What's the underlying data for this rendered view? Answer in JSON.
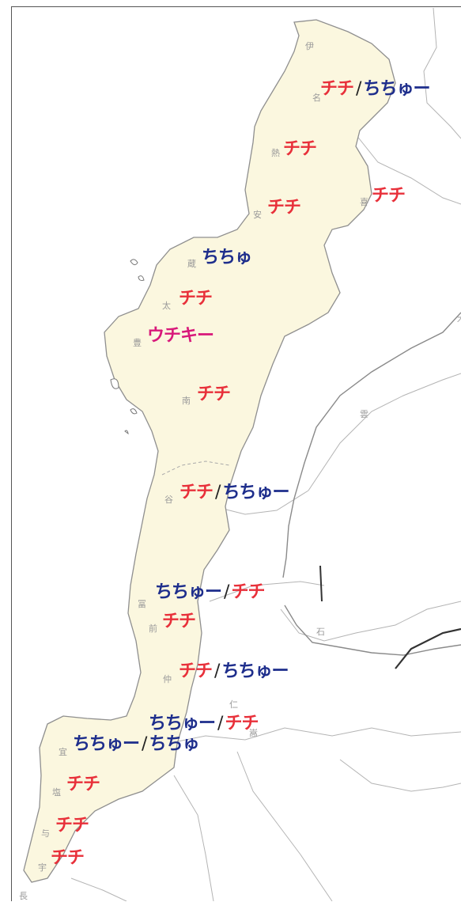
{
  "colors": {
    "red": "#e8303a",
    "blue": "#1e2e8c",
    "magenta": "#d8187a",
    "separator": "#222222",
    "land": "#fbf7df",
    "border": "#8f8f8f"
  },
  "towns": [
    "伊",
    "名",
    "熱",
    "喜",
    "安",
    "蔵",
    "太",
    "豊",
    "南",
    "谷",
    "冨",
    "前",
    "仲",
    "仁",
    "嵩",
    "宜",
    "塩",
    "与",
    "宇",
    "長",
    "石",
    "雲",
    "木"
  ],
  "labels": [
    {
      "words": [
        {
          "text": "チチ",
          "color": "red"
        },
        {
          "text": "ちちゅー",
          "color": "blue"
        }
      ],
      "sep": "/"
    },
    {
      "words": [
        {
          "text": "チチ",
          "color": "red"
        }
      ]
    },
    {
      "words": [
        {
          "text": "チチ",
          "color": "red"
        }
      ]
    },
    {
      "words": [
        {
          "text": "チチ",
          "color": "red"
        }
      ]
    },
    {
      "words": [
        {
          "text": "ちちゅ",
          "color": "blue"
        }
      ]
    },
    {
      "words": [
        {
          "text": "チチ",
          "color": "red"
        }
      ]
    },
    {
      "words": [
        {
          "text": "ウチキー",
          "color": "magenta"
        }
      ]
    },
    {
      "words": [
        {
          "text": "チチ",
          "color": "red"
        }
      ]
    },
    {
      "words": [
        {
          "text": "チチ",
          "color": "red"
        },
        {
          "text": "ちちゅー",
          "color": "blue"
        }
      ],
      "sep": "/"
    },
    {
      "words": [
        {
          "text": "ちちゅー",
          "color": "blue"
        },
        {
          "text": "チチ",
          "color": "red"
        }
      ],
      "sep": "/"
    },
    {
      "words": [
        {
          "text": "チチ",
          "color": "red"
        }
      ]
    },
    {
      "words": [
        {
          "text": "チチ",
          "color": "red"
        },
        {
          "text": "ちちゅー",
          "color": "blue"
        }
      ],
      "sep": "/"
    },
    {
      "words": [
        {
          "text": "ちちゅー",
          "color": "blue"
        },
        {
          "text": "チチ",
          "color": "red"
        }
      ],
      "sep": "/"
    },
    {
      "words": [
        {
          "text": "ちちゅー",
          "color": "blue"
        },
        {
          "text": "ちちゅ",
          "color": "blue"
        }
      ],
      "sep": "/"
    },
    {
      "words": [
        {
          "text": "チチ",
          "color": "red"
        }
      ]
    },
    {
      "words": [
        {
          "text": "チチ",
          "color": "red"
        }
      ]
    },
    {
      "words": [
        {
          "text": "チチ",
          "color": "red"
        }
      ]
    }
  ]
}
